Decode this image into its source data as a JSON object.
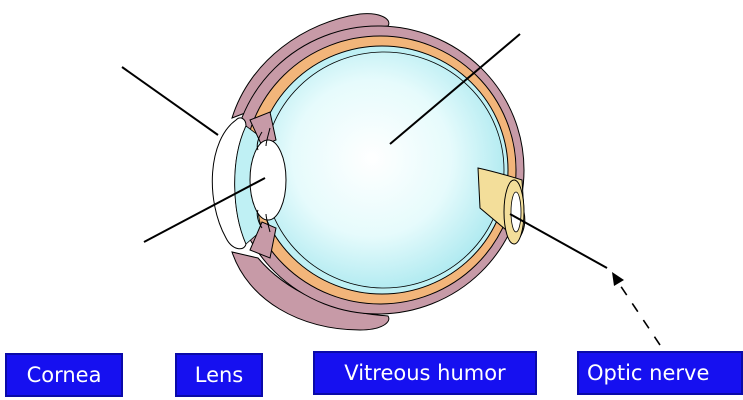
{
  "labels": [
    {
      "id": "cornea",
      "text": "Cornea"
    },
    {
      "id": "lens",
      "text": "Lens"
    },
    {
      "id": "vitreous",
      "text": "Vitreous humor"
    },
    {
      "id": "optic",
      "text": "Optic nerve"
    }
  ],
  "colors": {
    "sclera_outer": "#c79aa7",
    "choroid": "#f2b57a",
    "vitreous": "#bff0f4",
    "nerve": "#f3de9a",
    "tile": "#1610f0",
    "tile_text": "#ffffff"
  }
}
